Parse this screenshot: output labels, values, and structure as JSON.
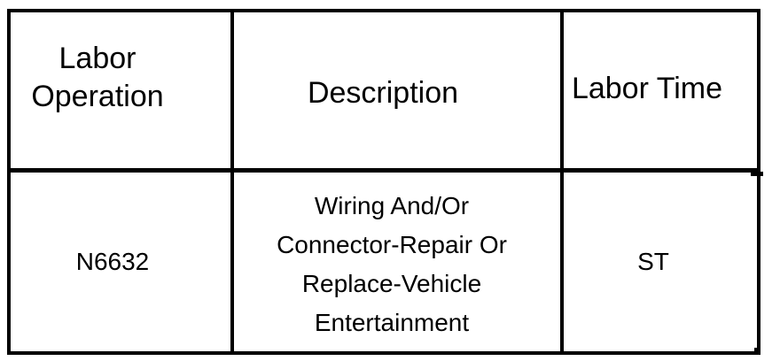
{
  "colors": {
    "border": "#000000",
    "text": "#000000",
    "background": "#ffffff"
  },
  "table": {
    "headers": [
      {
        "id": "labor_operation",
        "label": "Labor\nOperation"
      },
      {
        "id": "description",
        "label": "Description"
      },
      {
        "id": "labor_time",
        "label": "Labor Time"
      }
    ],
    "rows": [
      {
        "labor_operation": "N6632",
        "description": "Wiring And/Or\nConnector-Repair Or\nReplace-Vehicle\nEntertainment",
        "labor_time": "ST"
      }
    ]
  }
}
